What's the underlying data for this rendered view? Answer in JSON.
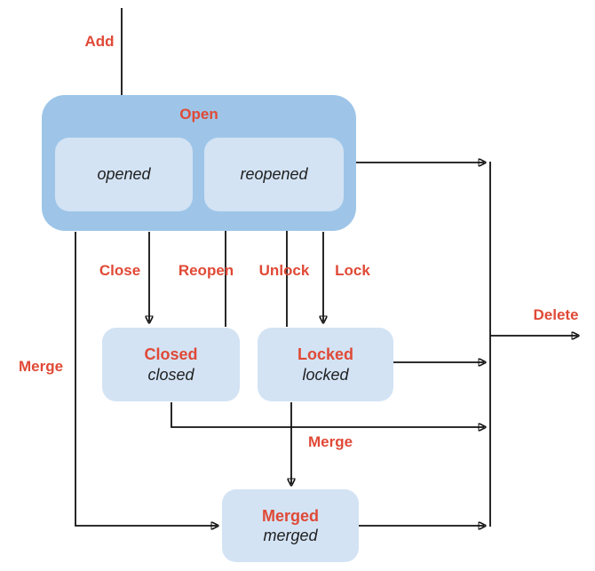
{
  "states": {
    "open": {
      "label": "Open",
      "substates": [
        {
          "name": "opened"
        },
        {
          "name": "reopened"
        }
      ]
    },
    "closed": {
      "label": "Closed",
      "state_name": "closed"
    },
    "locked": {
      "label": "Locked",
      "state_name": "locked"
    },
    "merged": {
      "label": "Merged",
      "state_name": "merged"
    }
  },
  "transitions": {
    "add": "Add",
    "close": "Close",
    "reopen": "Reopen",
    "unlock": "Unlock",
    "lock": "Lock",
    "merge_left": "Merge",
    "merge_bottom": "Merge",
    "delete": "Delete"
  },
  "edges": [
    {
      "label": "Add",
      "from": "external",
      "to": "opened"
    },
    {
      "label": "Close",
      "from": "Open",
      "to": "Closed"
    },
    {
      "label": "Reopen",
      "from": "Closed",
      "to": "reopened"
    },
    {
      "label": "Unlock",
      "from": "Locked",
      "to": "reopened"
    },
    {
      "label": "Lock",
      "from": "Open",
      "to": "Locked"
    },
    {
      "label": "Merge",
      "from": "Open",
      "to": "Merged"
    },
    {
      "label": "Merge",
      "from": "Locked",
      "to": "Merged"
    },
    {
      "label": "Delete",
      "from": "Open, Closed, Locked, Merged",
      "to": "external"
    }
  ],
  "colors": {
    "open_group_fill": "#9ec5e8",
    "state_fill": "#d3e3f4",
    "label_red": "#e04936",
    "state_name_text": "#1f1f1f",
    "arrow_line": "#111111",
    "background": "#ffffff"
  }
}
